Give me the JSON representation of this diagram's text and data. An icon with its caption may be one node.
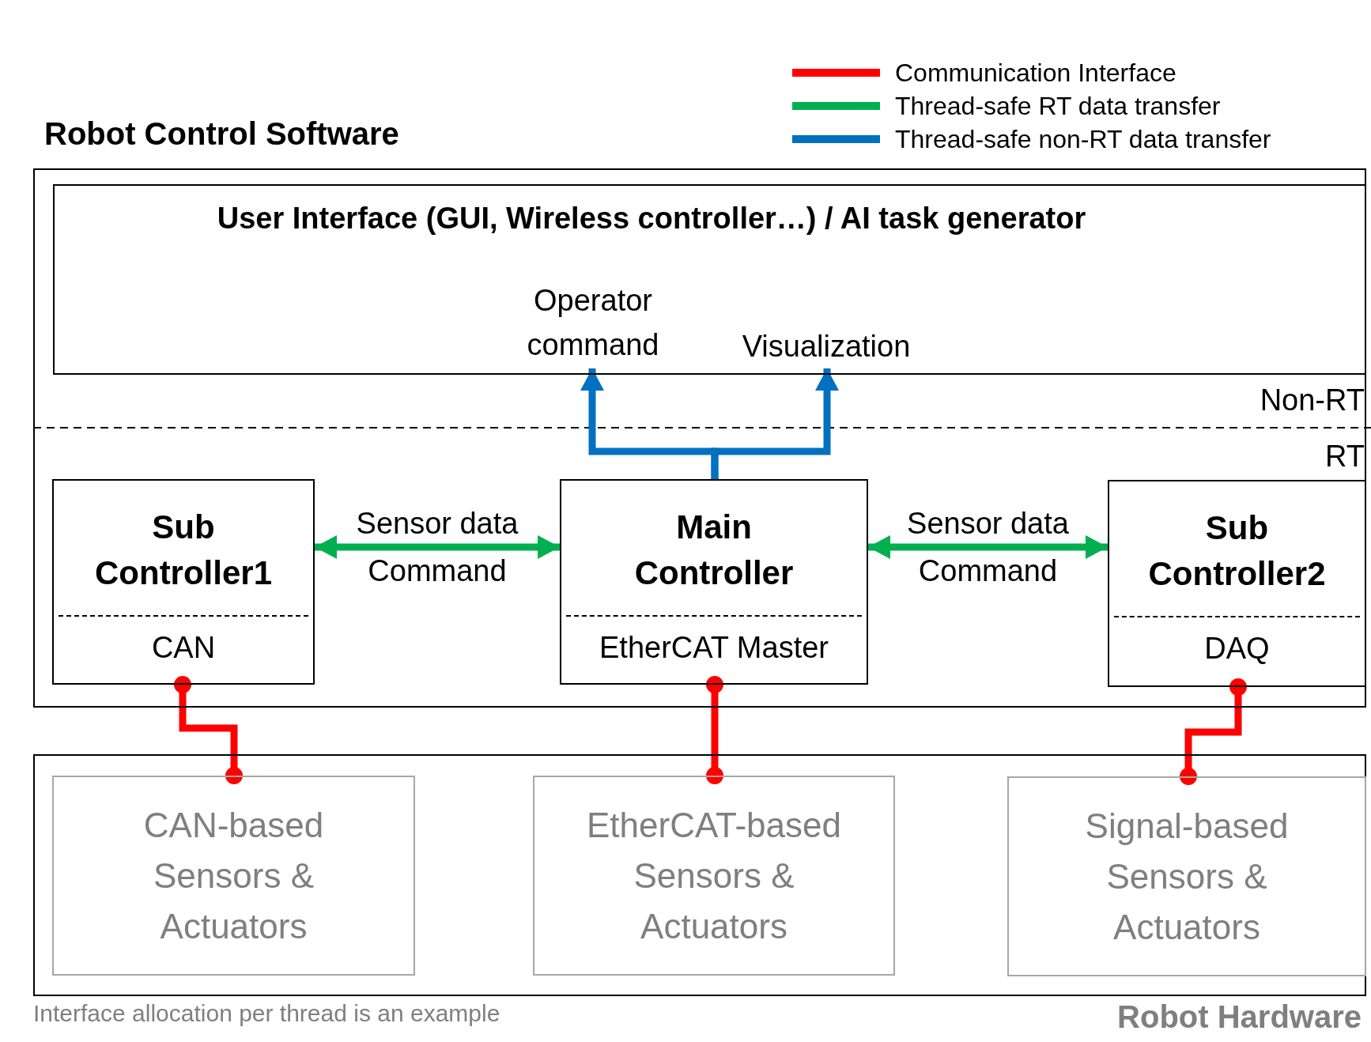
{
  "diagram": {
    "nodes": [
      {
        "text": [
          "Robot Control Software"
        ]
      },
      {
        "text": [
          "User Interface (GUI, Wireless controller…) / AI task generator"
        ],
        "in": 0
      },
      {
        "text": [
          "Operator command"
        ],
        "in": 1
      },
      {
        "text": [
          "Visualization"
        ],
        "in": 1
      },
      {
        "text": [
          "Sub Controller1",
          "CAN"
        ],
        "in": 0
      },
      {
        "text": [
          "Main Controller",
          "EtherCAT Master"
        ],
        "in": 0
      },
      {
        "text": [
          "Sub Controller2",
          "DAQ"
        ],
        "in": 0
      },
      {
        "text": [
          "Robot Hardware"
        ]
      },
      {
        "text": [
          "CAN-based Sensors & Actuators"
        ],
        "in": 7
      },
      {
        "text": [
          "EtherCAT-based Sensors & Actuators"
        ],
        "in": 7
      },
      {
        "text": [
          "Signal-based Sensors & Actuators"
        ],
        "in": 7
      }
    ],
    "edges": [
      {
        "from": 5,
        "to": 2,
        "arrow": "to",
        "color": "#0070c0"
      },
      {
        "from": 5,
        "to": 3,
        "arrow": "to",
        "color": "#0070c0"
      },
      {
        "from": 4,
        "to": 5,
        "arrow": "both",
        "label": "Sensor data Command",
        "color": "#00b050"
      },
      {
        "from": 5,
        "to": 6,
        "arrow": "both",
        "label": "Sensor data Command",
        "color": "#00b050"
      },
      {
        "from": 4,
        "to": 8,
        "arrow": "other",
        "color": "#ff0000"
      },
      {
        "from": 5,
        "to": 9,
        "arrow": "other",
        "color": "#ff0000"
      },
      {
        "from": 6,
        "to": 10,
        "arrow": "other",
        "color": "#ff0000"
      }
    ],
    "labels": [
      "Non-RT",
      "RT",
      "Interface allocation per thread is an example"
    ],
    "legend": [
      {
        "text": "Communication Interface",
        "color": "#ff0000"
      },
      {
        "text": "Thread-safe RT data transfer",
        "color": "#00b050"
      },
      {
        "text": "Thread-safe non-RT data transfer",
        "color": "#0070c0"
      }
    ]
  }
}
